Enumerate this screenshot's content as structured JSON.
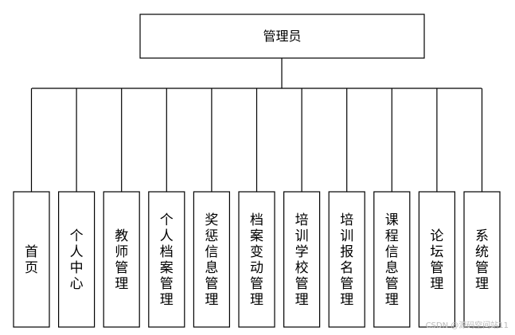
{
  "root": {
    "label": "管理员"
  },
  "children": [
    {
      "label": "首页"
    },
    {
      "label": "个人中心"
    },
    {
      "label": "教师管理"
    },
    {
      "label": "个人档案管理"
    },
    {
      "label": "奖惩信息管理"
    },
    {
      "label": "档案变动管理"
    },
    {
      "label": "培训学校管理"
    },
    {
      "label": "培训报名管理"
    },
    {
      "label": "课程信息管理"
    },
    {
      "label": "论坛管理"
    },
    {
      "label": "系统管理"
    }
  ],
  "watermark": "CSDN @源码空间站11"
}
